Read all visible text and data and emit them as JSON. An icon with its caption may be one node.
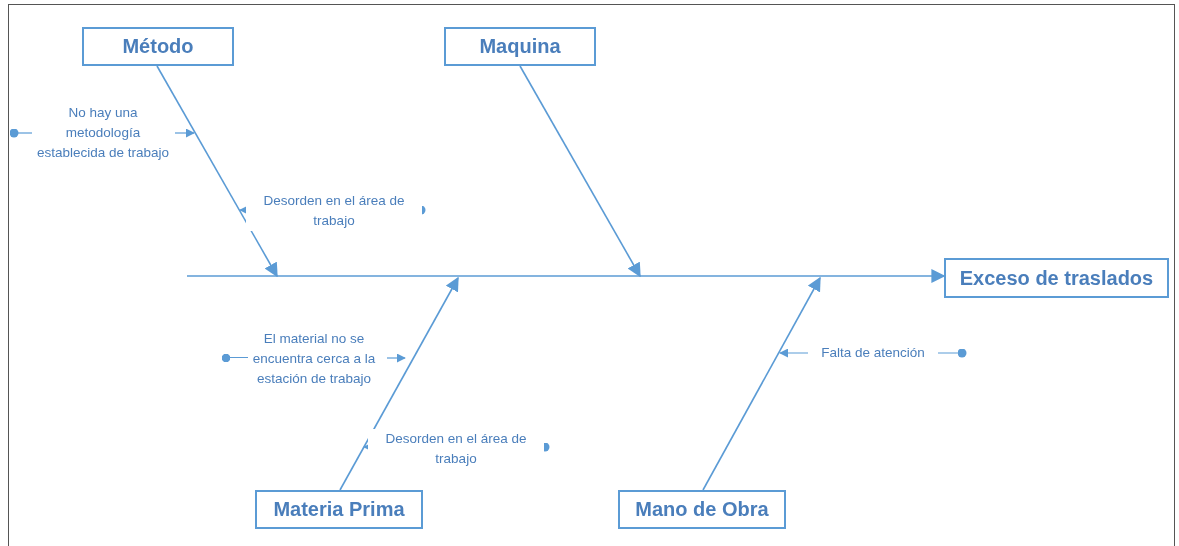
{
  "diagram": {
    "nodes": [
      {
        "text": [
          "Método"
        ]
      },
      {
        "text": [
          "Maquina"
        ]
      },
      {
        "text": [
          "Exceso de traslados"
        ]
      },
      {
        "text": [
          "Materia Prima"
        ]
      },
      {
        "text": [
          "Mano de Obra"
        ]
      },
      {
        "text": [
          "No hay una metodología establecida de trabajo"
        ]
      },
      {
        "text": [
          "Desorden en el área de trabajo"
        ]
      },
      {
        "text": [
          "El material no se encuentra cerca a la estación de trabajo"
        ]
      },
      {
        "text": [
          "Desorden en el área de trabajo"
        ]
      },
      {
        "text": [
          "Falta de atención"
        ]
      }
    ],
    "edges": [
      {
        "from": null,
        "to": 2,
        "arrow": "to"
      },
      {
        "from": 0,
        "to": null,
        "arrow": "to"
      },
      {
        "from": 1,
        "to": null,
        "arrow": "to"
      },
      {
        "from": 3,
        "to": null,
        "arrow": "to"
      },
      {
        "from": 4,
        "to": null,
        "arrow": "to"
      },
      {
        "from": 5,
        "to": null,
        "arrow": "to"
      },
      {
        "from": 6,
        "to": null,
        "arrow": "to"
      },
      {
        "from": 7,
        "to": null,
        "arrow": "to"
      },
      {
        "from": 8,
        "to": null,
        "arrow": "to"
      },
      {
        "from": 9,
        "to": null,
        "arrow": "to"
      }
    ]
  }
}
